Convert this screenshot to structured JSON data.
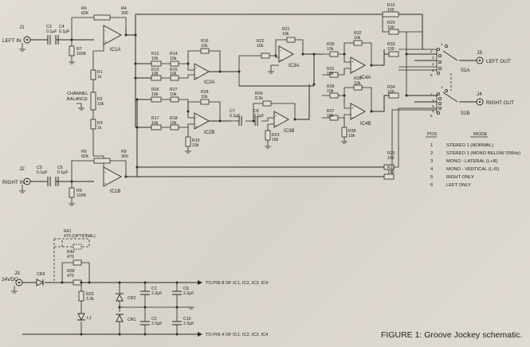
{
  "figure": {
    "caption": "FIGURE 1: Groove Jockey schematic."
  },
  "connectors": {
    "j1_in": "J1",
    "left_in": "LEFT IN",
    "j2_in": "J2",
    "right_in": "RIGHT IN",
    "j3_out": "J3",
    "left_out": "LEFT OUT",
    "j4_out": "J4",
    "right_out": "RIGHT OUT",
    "j3_pwr": "J3",
    "power": "24VDC"
  },
  "ics": {
    "ic1a": "IC1A",
    "ic1b": "IC1B",
    "ic2a": "IC2A",
    "ic2b": "IC2B",
    "ic3a": "IC3A",
    "ic3b": "IC3B",
    "ic4a": "IC4A",
    "ic4b": "IC4B"
  },
  "switches": {
    "s1a": "S1A",
    "s1b": "S1B"
  },
  "balance": {
    "line1": "CHANNEL",
    "line2": "BALANCE"
  },
  "components": {
    "c3": [
      "C3",
      "0.1µF"
    ],
    "c4": [
      "C4",
      "0.1µF"
    ],
    "r6": [
      "R6",
      "82K"
    ],
    "r4": [
      "R4",
      "300"
    ],
    "r7": [
      "R7",
      "100K"
    ],
    "r1": [
      "R1",
      "1k"
    ],
    "r2": [
      "R2",
      "10k"
    ],
    "r3": [
      "R3",
      "1k"
    ],
    "r5": [
      "R5",
      "82K"
    ],
    "r8": [
      "R8",
      "300"
    ],
    "c5": [
      "C5",
      "0.1µF"
    ],
    "c6": [
      "C6",
      "0.1µF"
    ],
    "r9": [
      "R9",
      "100K"
    ],
    "r12": [
      "R12",
      "10k"
    ],
    "r14": [
      "R14",
      "10k"
    ],
    "r16": [
      "R16",
      "10k"
    ],
    "r13": [
      "R13",
      "10k"
    ],
    "r15": [
      "R15",
      "10k"
    ],
    "r26": [
      "R26",
      "10k"
    ],
    "r27": [
      "R27",
      "10k"
    ],
    "r28": [
      "R28",
      "10k"
    ],
    "r17": [
      "R17",
      "10k"
    ],
    "r18": [
      "R18",
      "10k"
    ],
    "r19": [
      "R19",
      "10k"
    ],
    "r22": [
      "R22",
      "10k"
    ],
    "r21": [
      "R21",
      "10k"
    ],
    "r24": [
      "R24",
      "8.2k"
    ],
    "c7": [
      "C7",
      "0.1µF"
    ],
    "c8": [
      "C8",
      "0.1µF"
    ],
    "r23": [
      "R23",
      "16k"
    ],
    "r30": [
      "R30",
      "10k"
    ],
    "r32": [
      "R32",
      "10k"
    ],
    "r31": [
      "R31",
      "10k"
    ],
    "r33": [
      "R33",
      "100"
    ],
    "r36": [
      "R36",
      "10k"
    ],
    "r35": [
      "R35",
      "10k"
    ],
    "r37": [
      "R37",
      "10k"
    ],
    "r38": [
      "R38",
      "10k"
    ],
    "r34": [
      "R34",
      "100"
    ],
    "r10": [
      "R10",
      "100"
    ],
    "r20": [
      "R20",
      "100"
    ],
    "r25": [
      "R25",
      "100"
    ],
    "r11": [
      "R11",
      "100"
    ],
    "r41": [
      "R41",
      "470 (OPTIONAL)"
    ],
    "r40": [
      "R40",
      "470"
    ],
    "r39": [
      "R39",
      "470"
    ],
    "r29": [
      "R29",
      "3.3k"
    ],
    "cr3": "CR3",
    "cr2": "CR2",
    "cr1": "CR1",
    "l1": "L1",
    "c1": [
      "C1",
      "2.2µF"
    ],
    "c2": [
      "C2",
      "2.2µF"
    ],
    "c9": [
      "C9",
      "2.2µF"
    ],
    "c10": [
      "C10",
      "2.2µF"
    ]
  },
  "power_rails": {
    "top": "TO PIN 8 OF IC1, IC2, IC3, IC4",
    "bottom": "TO PIN 4 OF IC1, IC2, IC3, IC4"
  },
  "mode_table": {
    "header_pos": "POS",
    "header_mode": "MODE",
    "rows": [
      [
        "1",
        "STEREO 1 (NORMAL)"
      ],
      [
        "2",
        "STEREO 1 (MONO BELOW 200Hz)"
      ],
      [
        "3",
        "MONO - LATERAL (L+R)"
      ],
      [
        "4",
        "MONO - VERTICAL (L-R)"
      ],
      [
        "5",
        "RIGHT ONLY"
      ],
      [
        "6",
        "LEFT ONLY"
      ]
    ]
  }
}
